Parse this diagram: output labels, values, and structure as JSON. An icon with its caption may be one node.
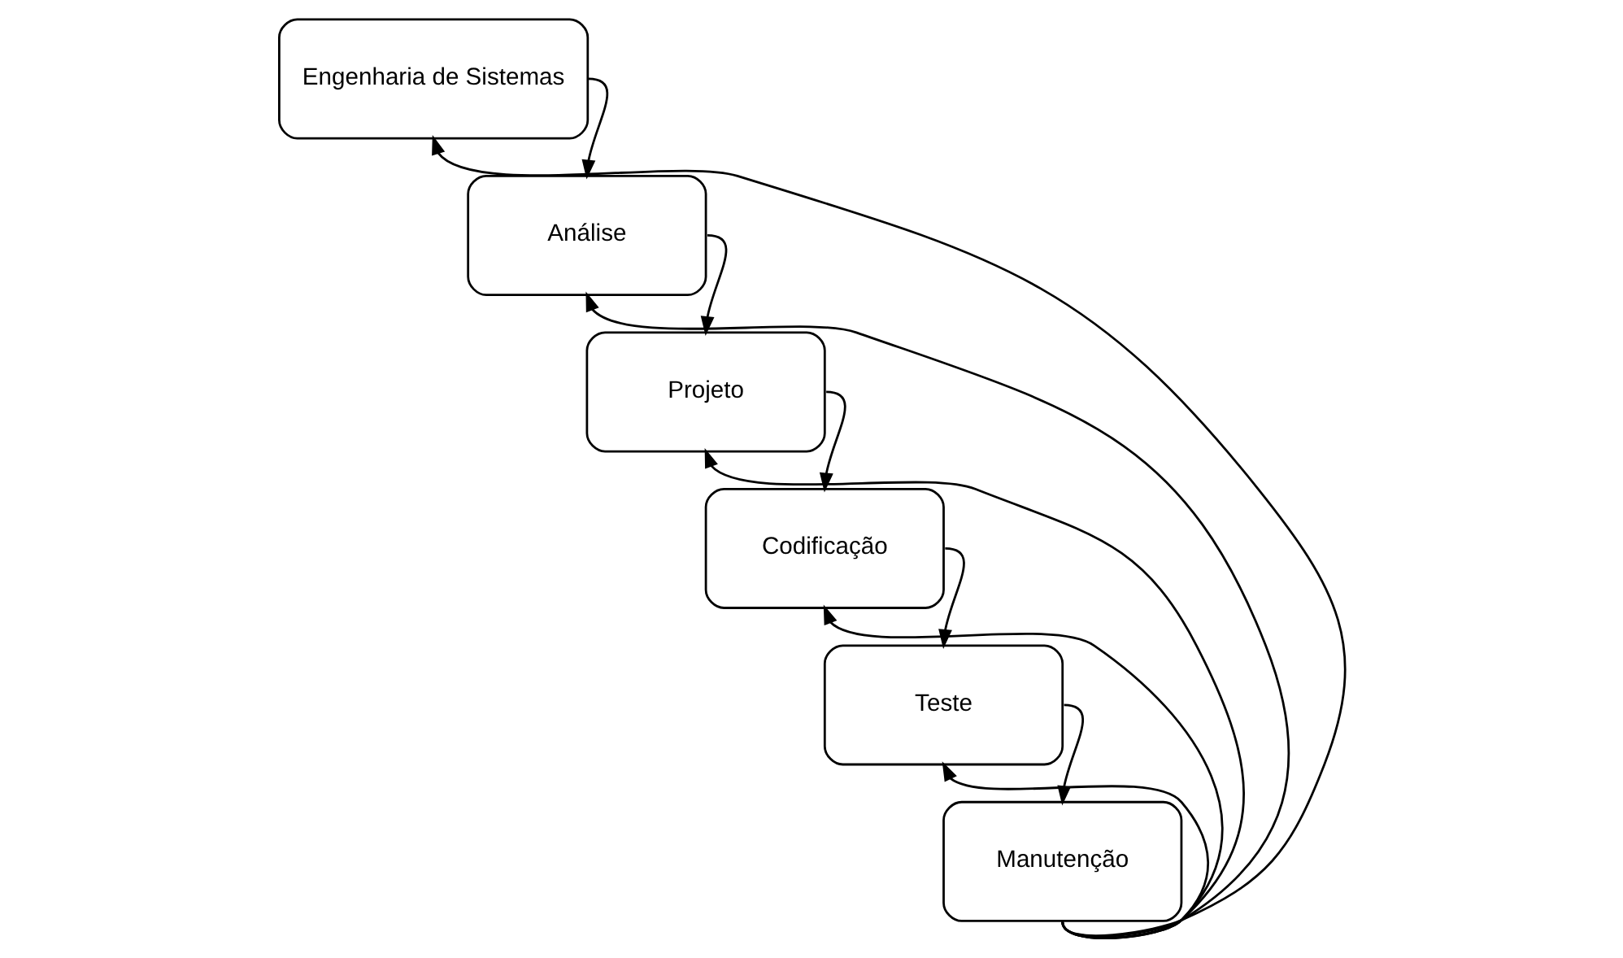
{
  "diagram": {
    "nodes": [
      {
        "text": [
          "Engenharia de Sistemas"
        ]
      },
      {
        "text": [
          "Análise"
        ]
      },
      {
        "text": [
          "Projeto"
        ]
      },
      {
        "text": [
          "Codificação"
        ]
      },
      {
        "text": [
          "Teste"
        ]
      },
      {
        "text": [
          "Manutenção"
        ]
      }
    ],
    "edges": [
      {
        "from": 0,
        "to": 1,
        "arrow": "to"
      },
      {
        "from": 1,
        "to": 2,
        "arrow": "to"
      },
      {
        "from": 2,
        "to": 3,
        "arrow": "to"
      },
      {
        "from": 3,
        "to": 4,
        "arrow": "to"
      },
      {
        "from": 4,
        "to": 5,
        "arrow": "to"
      },
      {
        "from": 5,
        "to": 0,
        "arrow": "to"
      },
      {
        "from": 5,
        "to": 1,
        "arrow": "to"
      },
      {
        "from": 5,
        "to": 2,
        "arrow": "to"
      },
      {
        "from": 5,
        "to": 3,
        "arrow": "to"
      },
      {
        "from": 5,
        "to": 4,
        "arrow": "to"
      }
    ]
  }
}
